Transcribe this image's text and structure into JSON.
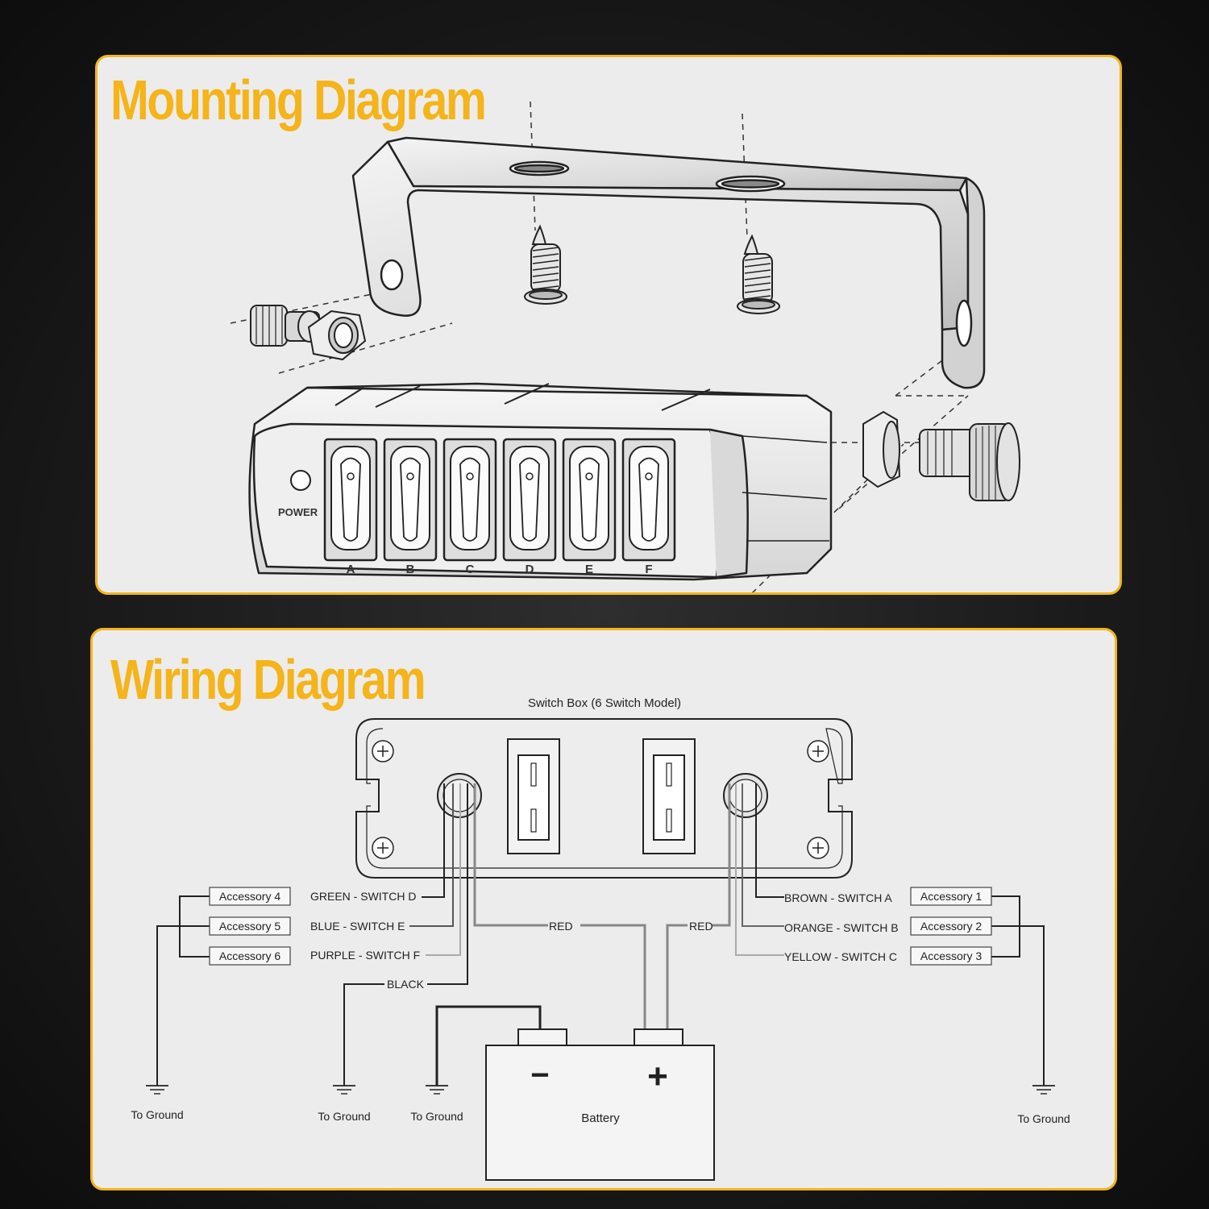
{
  "mounting": {
    "title": "Mounting Diagram",
    "power_label": "POWER",
    "switch_letters": [
      "A",
      "B",
      "C",
      "D",
      "E",
      "F"
    ]
  },
  "wiring": {
    "title": "Wiring Diagram",
    "box_title": "Switch Box (6 Switch Model)",
    "left_accessories": [
      "Accessory 4",
      "Accessory 5",
      "Accessory 6"
    ],
    "left_wires": [
      "GREEN - SWITCH D",
      "BLUE - SWITCH E",
      "PURPLE - SWITCH F"
    ],
    "right_wires": [
      "BROWN - SWITCH A",
      "ORANGE - SWITCH B",
      "YELLOW - SWITCH C"
    ],
    "right_accessories": [
      "Accessory 1",
      "Accessory 2",
      "Accessory 3"
    ],
    "red_label": "RED",
    "black_label": "BLACK",
    "ground_label": "To Ground",
    "battery_label": "Battery",
    "minus": "−",
    "plus": "+"
  }
}
